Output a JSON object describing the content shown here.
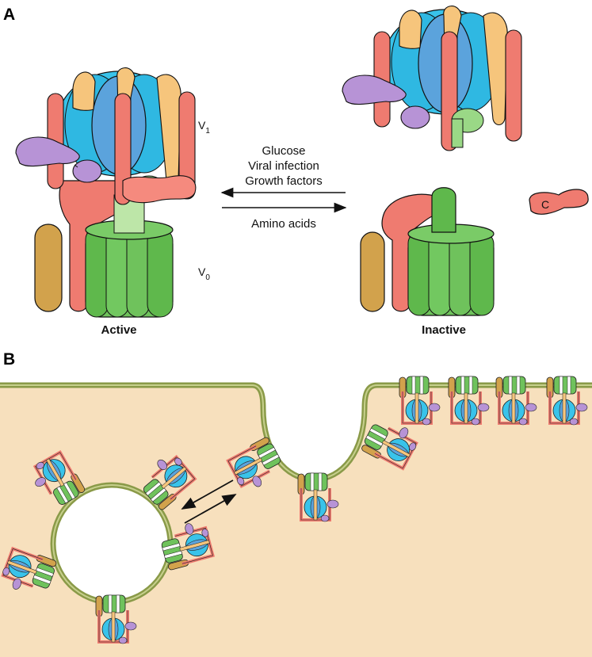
{
  "panels": {
    "a": "A",
    "b": "B"
  },
  "domains": {
    "v1_main": "V",
    "v1_sub": "1",
    "v0_main": "V",
    "v0_sub": "0"
  },
  "states": {
    "active": "Active",
    "inactive": "Inactive"
  },
  "dissociation_triggers": [
    "Glucose",
    "Viral infection",
    "Growth factors"
  ],
  "assembly_trigger": "Amino acids",
  "subunit_c_label": "C",
  "colors": {
    "v1_blue_light": "#39c3ea",
    "v1_blue_dark": "#5ba3dc",
    "stalk_orange": "#f6c57c",
    "stator_red": "#ef7b70",
    "stator_red_light": "#f6a79f",
    "purple": "#b793d6",
    "v0_green": "#6fc25c",
    "v0_green_light": "#bde6a8",
    "anchor_tan": "#d2a24c",
    "cytoplasm": "#f7e0bd",
    "membrane": "#8a9a48"
  }
}
